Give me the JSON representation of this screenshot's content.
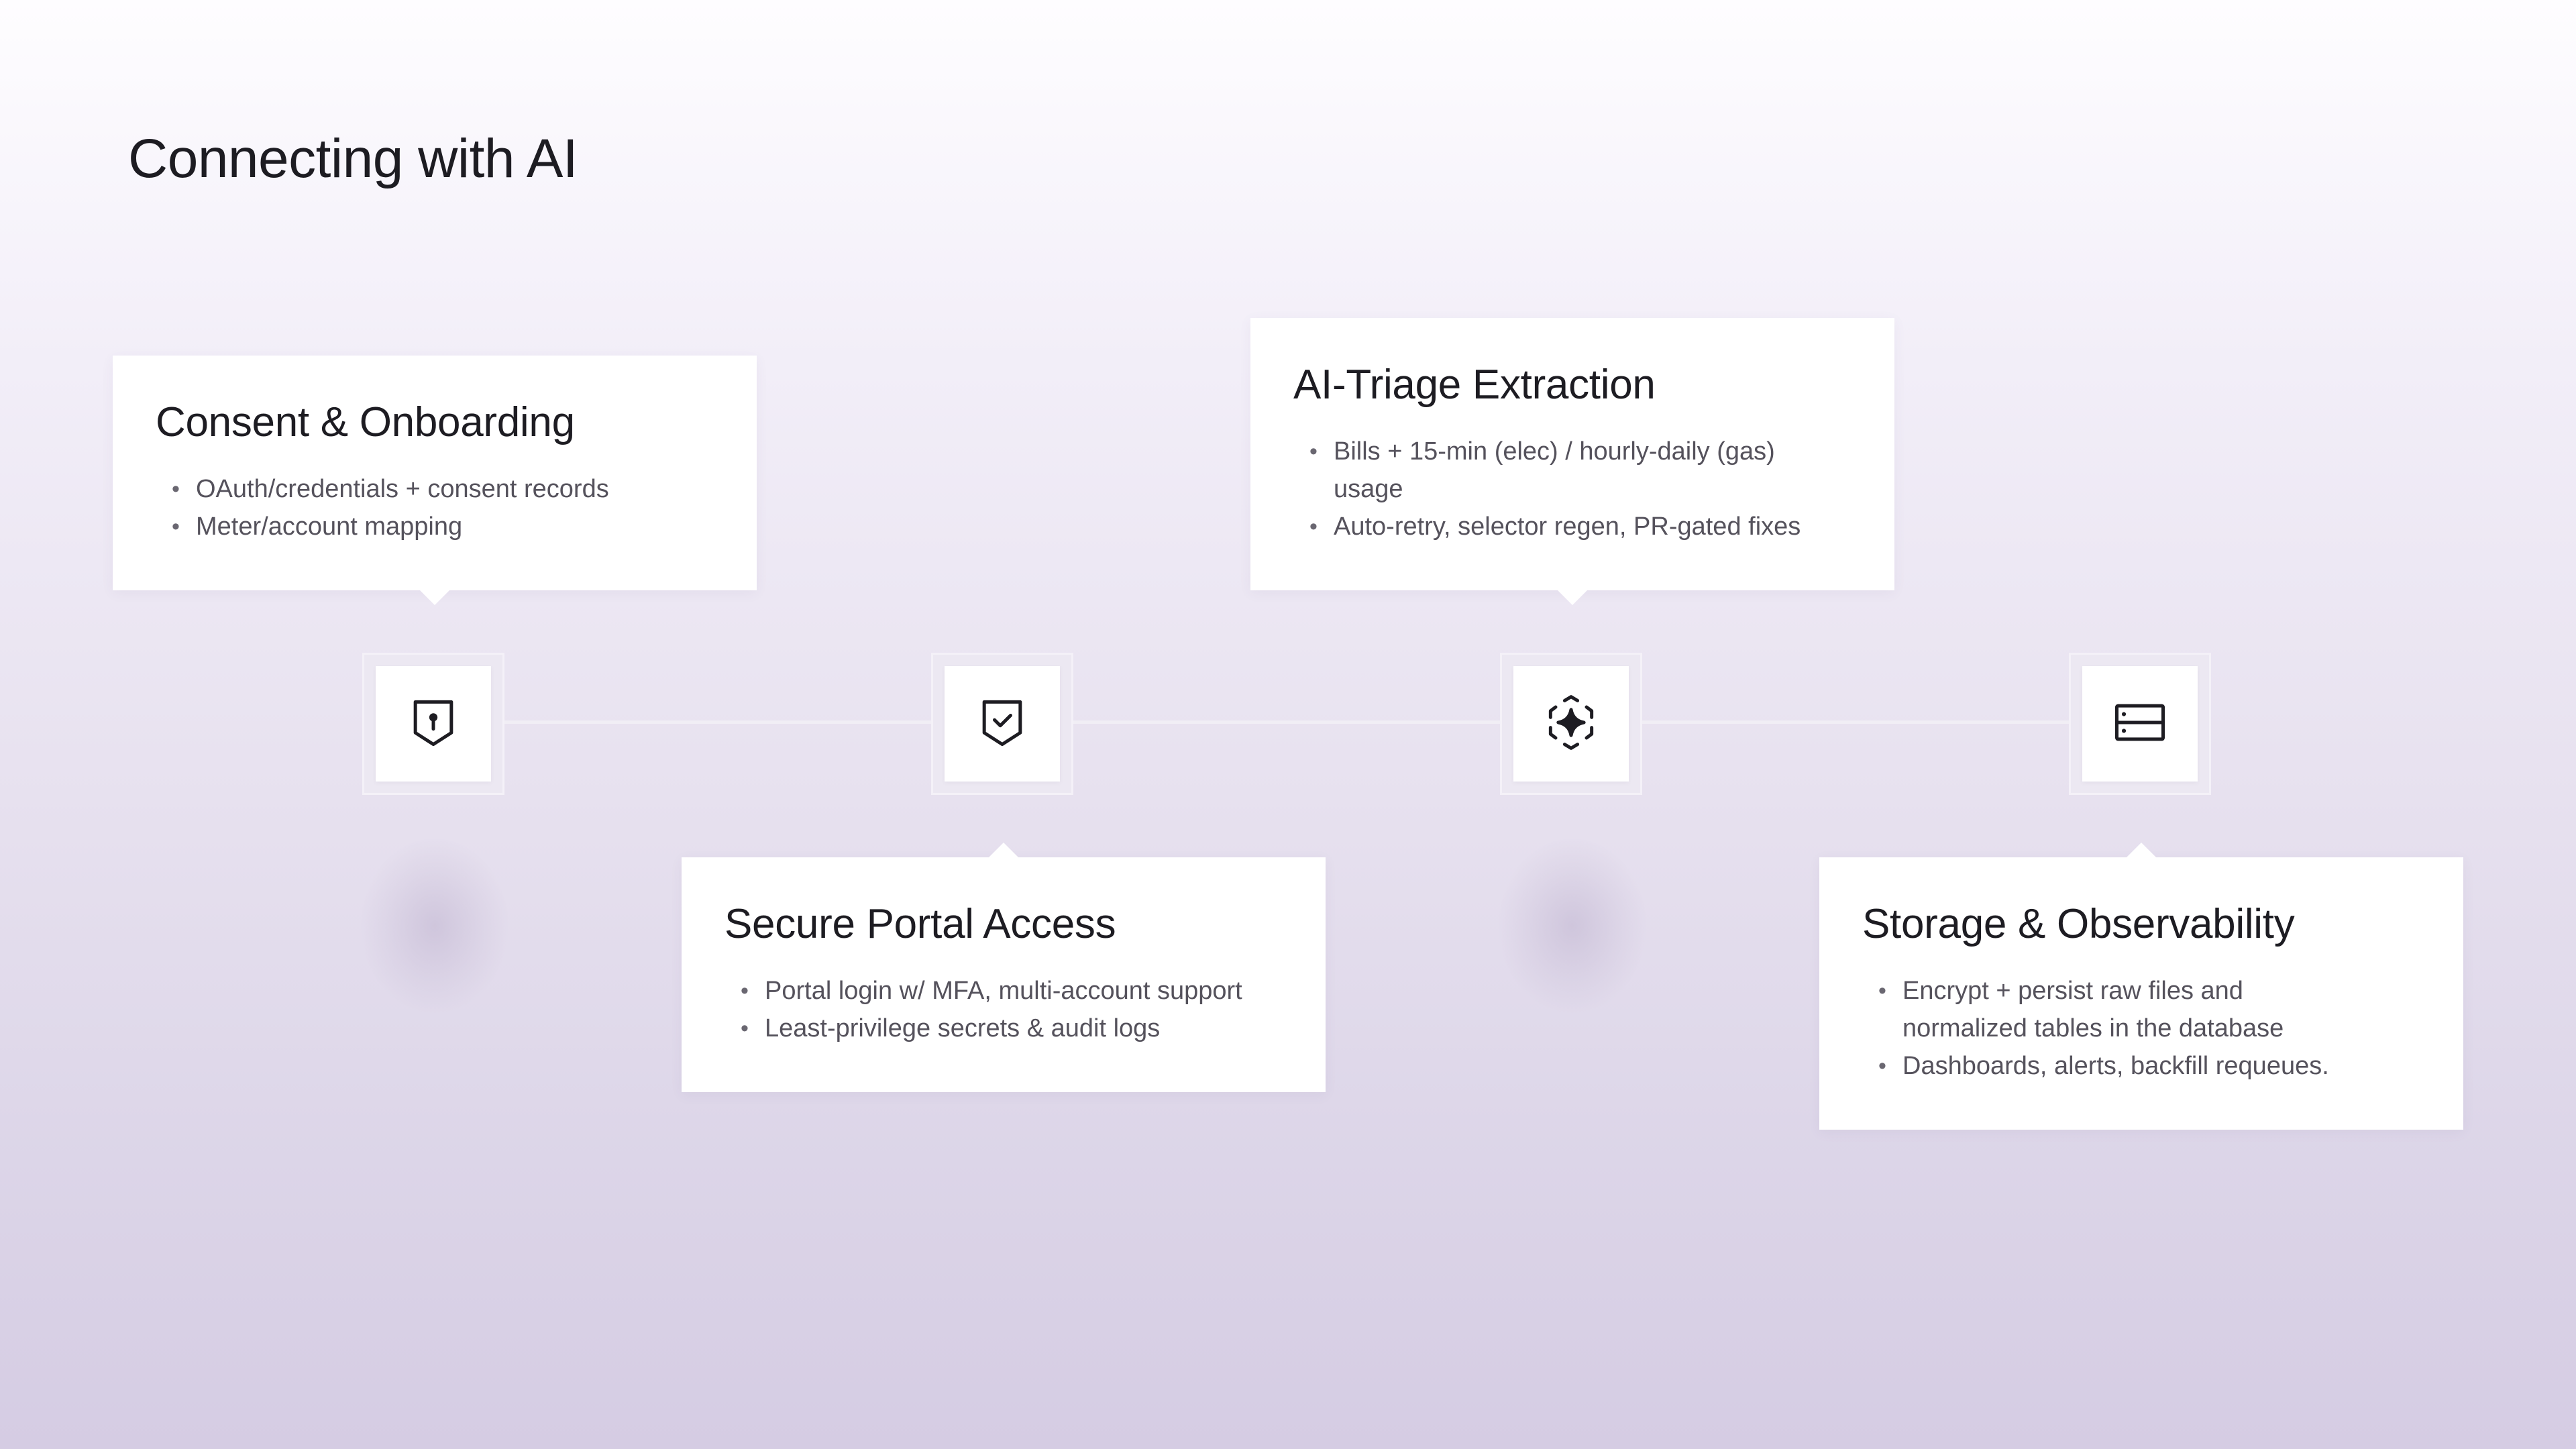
{
  "title": "Connecting with AI",
  "steps": [
    {
      "title": "Consent & Onboarding",
      "icon": "shield-keyhole-icon",
      "bullets": [
        "OAuth/credentials + consent records",
        "Meter/account mapping"
      ]
    },
    {
      "title": "Secure Portal Access",
      "icon": "shield-check-icon",
      "bullets": [
        "Portal login w/ MFA, multi-account support",
        "Least-privilege secrets & audit logs"
      ]
    },
    {
      "title": "AI-Triage Extraction",
      "icon": "ai-sparkle-icon",
      "bullets": [
        "Bills + 15-min (elec) / hourly-daily (gas) usage",
        "Auto-retry, selector regen, PR-gated fixes"
      ]
    },
    {
      "title": "Storage & Observability",
      "icon": "database-server-icon",
      "bullets": [
        "Encrypt + persist raw files and normalized tables in the database",
        "Dashboards, alerts, backfill requeues."
      ]
    }
  ],
  "colors": {
    "text": "#1d1c22",
    "muted_text": "#55525c",
    "card": "#ffffff"
  }
}
